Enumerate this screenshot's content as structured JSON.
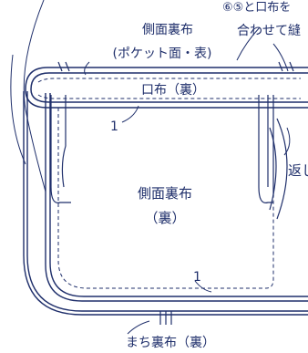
{
  "labels": {
    "side_lining_pocket": "側面裏布",
    "side_lining_pocket_note": "(ポケット面・表)",
    "step_note_line1": "⑥⑤と口布を",
    "step_note_line2": "合わせて縫",
    "opening_cloth": "口布（裏）",
    "side_lining_center": "側面裏布",
    "side_lining_center_note": "（裏）",
    "seam_number_top": "1",
    "seam_number_bottom": "1",
    "return_opening": "返し",
    "gusset_lining": "まち裏布（裏）"
  },
  "colors": {
    "line": "#1f2f6b",
    "background": "#ffffff"
  }
}
